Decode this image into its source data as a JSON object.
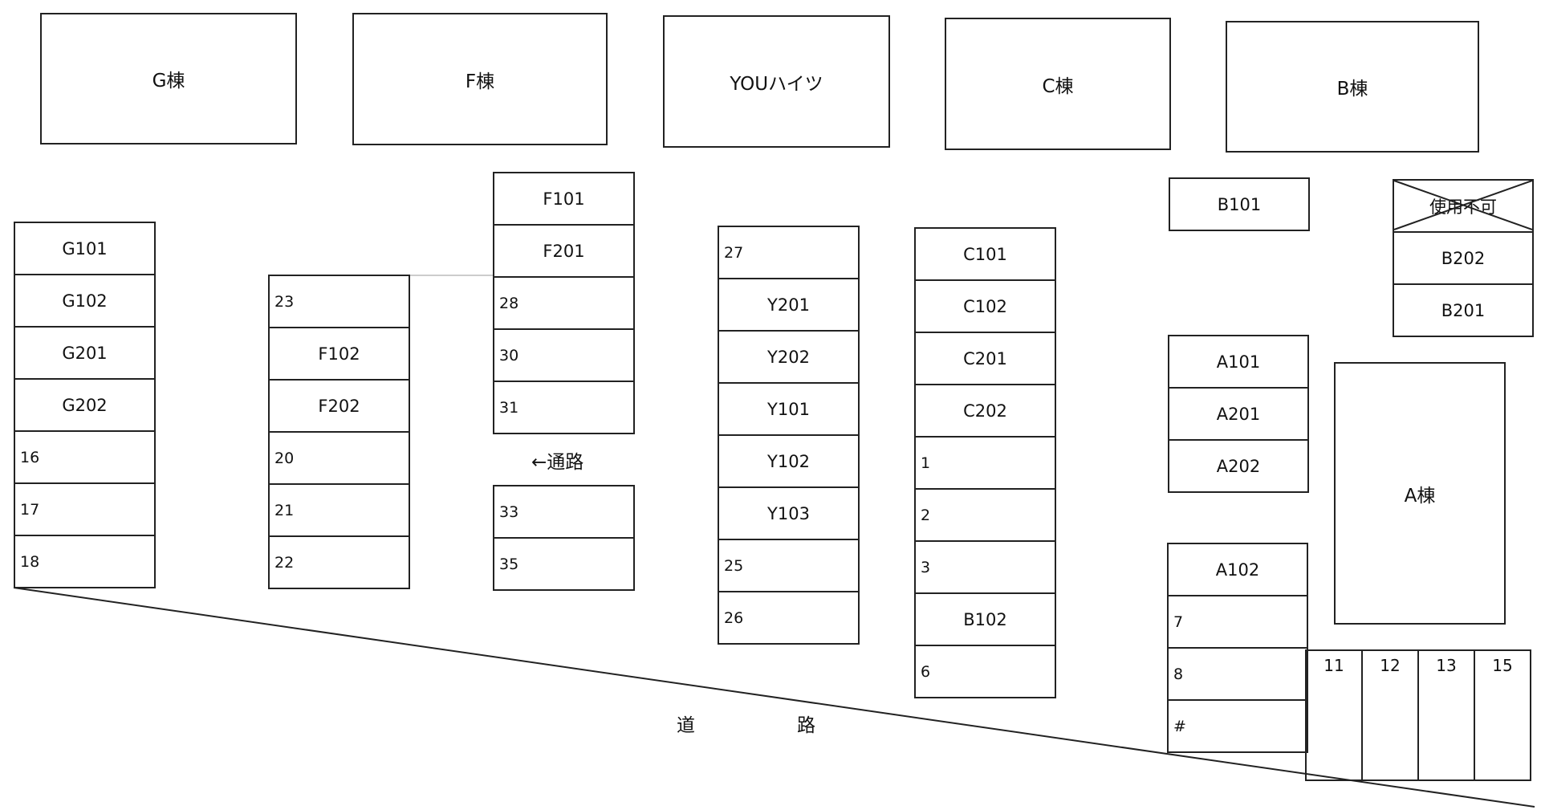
{
  "buildings": {
    "g": "G棟",
    "f": "F棟",
    "you": "YOUハイツ",
    "c": "C棟",
    "b": "B棟",
    "a": "A棟"
  },
  "columns": {
    "g_col": [
      "G101",
      "G102",
      "G201",
      "G202",
      "16",
      "17",
      "18"
    ],
    "f_col_left": [
      "23",
      "F102",
      "F202",
      "20",
      "21",
      "22"
    ],
    "f_col_top": [
      "F101",
      "F201",
      "28",
      "30",
      "31"
    ],
    "f_col_bottom": [
      "33",
      "35"
    ],
    "y_col": [
      "27",
      "Y201",
      "Y202",
      "Y101",
      "Y102",
      "Y103",
      "25",
      "26"
    ],
    "c_col": [
      "C101",
      "C102",
      "C201",
      "C202",
      "1",
      "2",
      "3",
      "B102",
      "6"
    ],
    "b101": [
      "B101"
    ],
    "b_right": [
      "使用不可",
      "B202",
      "B201"
    ],
    "a_col1": [
      "A101",
      "A201",
      "A202"
    ],
    "a_col2": [
      "A102",
      "7",
      "8",
      "#"
    ]
  },
  "horizontal_spaces": [
    "11",
    "12",
    "13",
    "15"
  ],
  "labels": {
    "passage": "←通路",
    "road_char1": "道",
    "road_char2": "路"
  },
  "unavailable_space": "使用不可"
}
